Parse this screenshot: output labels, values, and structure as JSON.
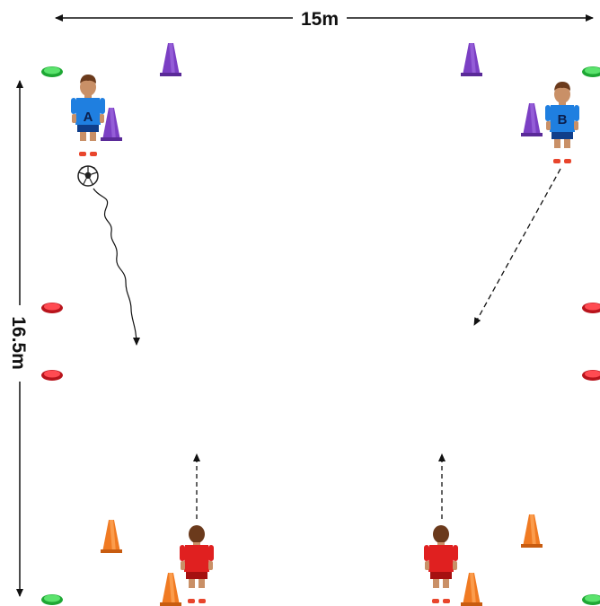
{
  "pitch": {
    "width_label": "15m",
    "height_label": "16.5m"
  },
  "players": {
    "blue": [
      {
        "id": "player-a",
        "letter": "A"
      },
      {
        "id": "player-b",
        "letter": "B"
      }
    ],
    "red_count": 2
  },
  "cones": {
    "purple_count": 4,
    "orange_count": 4
  },
  "markers": {
    "green_count": 4,
    "red_count": 4
  },
  "colors": {
    "blue_kit": "#1f7fe0",
    "red_kit": "#e02020",
    "purple_cone": "#7b3fc4",
    "orange_cone": "#f07a22",
    "green_marker": "#27c93f",
    "red_marker": "#e0202a"
  }
}
